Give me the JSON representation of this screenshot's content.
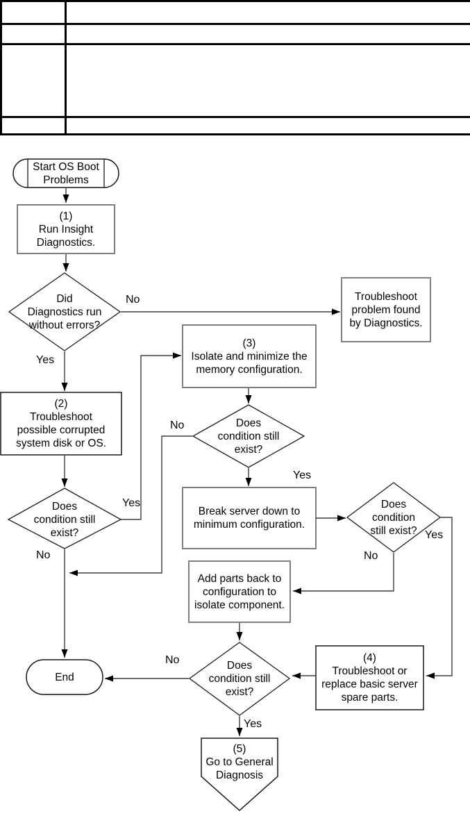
{
  "table": {
    "rows": [
      {
        "col1": "",
        "col2": ""
      },
      {
        "col1": "",
        "col2": ""
      },
      {
        "col1": "",
        "col2": ""
      },
      {
        "col1": "",
        "col2": ""
      }
    ]
  },
  "flowchart": {
    "title": "OS boot problems flowchart",
    "colors": {
      "line": "#3d3d3d",
      "shape_border_gray": "#7f7f7f",
      "shape_border_black": "#000000",
      "text": "#000000",
      "table_border": "#000000"
    },
    "nodes": {
      "start": {
        "type": "terminator",
        "label": "Start OS Boot\nProblems"
      },
      "box1": {
        "type": "process",
        "label": "(1)\nRun Insight\nDiagnostics."
      },
      "d1": {
        "type": "decision",
        "label": "Did\nDiagnostics run\nwithout errors?"
      },
      "tbdiag": {
        "type": "process",
        "label": "Troubleshoot\nproblem found\nby Diagnostics."
      },
      "box3": {
        "type": "process",
        "label": "(3)\nIsolate and minimize the\nmemory configuration."
      },
      "box2": {
        "type": "process",
        "label": "(2)\nTroubleshoot\npossible corrupted\nsystem disk or OS."
      },
      "d_mid": {
        "type": "decision",
        "label": "Does\ncondition still\nexist?"
      },
      "d_left": {
        "type": "decision",
        "label": "Does\ncondition still\nexist?"
      },
      "breakbox": {
        "type": "process",
        "label": "Break server down to\nminimum configuration."
      },
      "d_right": {
        "type": "decision",
        "label": "Does\ncondition\nstill exist?"
      },
      "addbox": {
        "type": "process",
        "label": "Add parts back to\nconfiguration to\nisolate component."
      },
      "d_bottom": {
        "type": "decision",
        "label": "Does\ncondition still\nexist?"
      },
      "box4": {
        "type": "process",
        "label": "(4)\nTroubleshoot or\nreplace basic server\nspare parts."
      },
      "end": {
        "type": "terminator",
        "label": "End"
      },
      "box5": {
        "type": "offpage",
        "label": "(5)\nGo to General\nDiagnosis"
      }
    },
    "edge_labels": {
      "d1_no": "No",
      "d1_yes": "Yes",
      "d_left_yes": "Yes",
      "d_left_no": "No",
      "d_mid_no": "No",
      "d_mid_yes": "Yes",
      "d_right_yes": "Yes",
      "d_right_no": "No",
      "d_bottom_no": "No",
      "d_bottom_yes": "Yes"
    }
  }
}
